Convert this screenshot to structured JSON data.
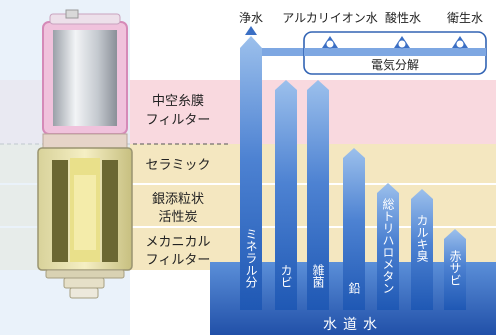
{
  "outputs": {
    "pure_water": "浄水",
    "alkaline_water": "アルカリイオン水",
    "acidic_water": "酸性水",
    "sanitizing_water": "衛生水"
  },
  "electrolysis": "電気分解",
  "layers": {
    "hollow_fiber": [
      "中空糸膜",
      "フィルター"
    ],
    "ceramic": "セラミック",
    "silver_carbon": [
      "銀添粒状",
      "活性炭"
    ],
    "mechanical": [
      "メカニカル",
      "フィルター"
    ]
  },
  "contaminants": [
    "ミネラル分",
    "カビ",
    "雑菌",
    "鉛",
    "総トリハロメタン",
    "カルキ臭",
    "赤サビ"
  ],
  "source": "水道水",
  "colors": {
    "pink_band": "#f9d9df",
    "cream_band": "#f4e7c0",
    "blue_column": "#3b6fc4",
    "dark_blue": "#1f4fa6",
    "frame_blue": "#3264b4"
  }
}
